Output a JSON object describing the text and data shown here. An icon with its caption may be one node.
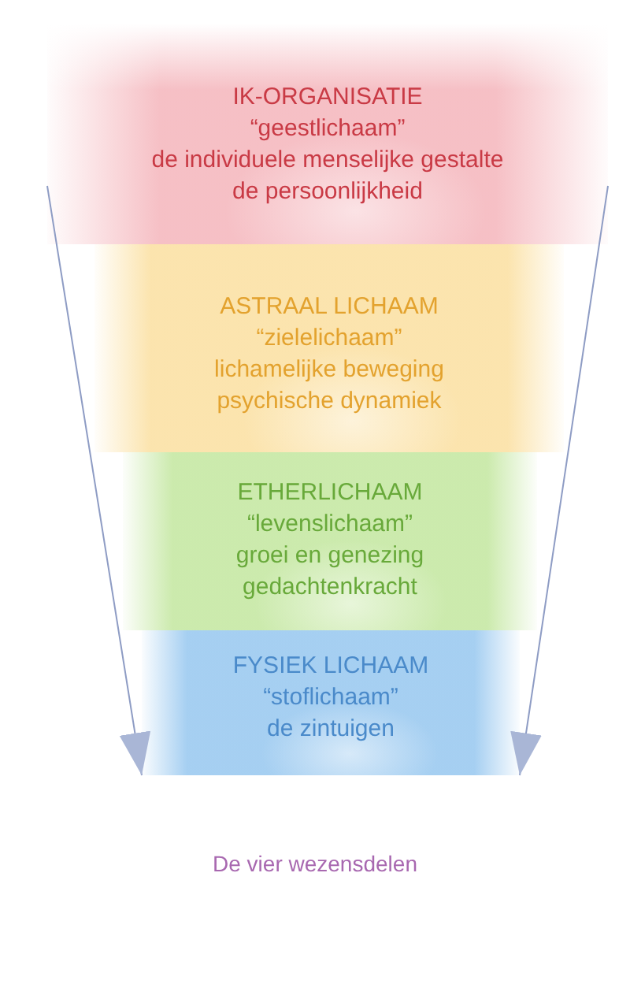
{
  "diagram": {
    "caption": "De vier wezensdelen",
    "nodes": [
      {
        "text": [
          "IK-ORGANISATIE",
          "“geestlichaam”",
          "de individuele menselijke gestalte",
          "de persoonlijkheid"
        ]
      },
      {
        "text": [
          "ASTRAAL LICHAAM",
          "“zielelichaam”",
          "lichamelijke beweging",
          "psychische dynamiek"
        ]
      },
      {
        "text": [
          "ETHERLICHAAM",
          "“levenslichaam”",
          "groei en genezing",
          "gedachtenkracht"
        ]
      },
      {
        "text": [
          "FYSIEK LICHAAM",
          "“stoflichaam”",
          "de zintuigen"
        ]
      }
    ],
    "edges": [
      {
        "from": 0,
        "to": 3,
        "arrow": "to"
      },
      {
        "from": 0,
        "to": 3,
        "arrow": "to"
      }
    ]
  }
}
